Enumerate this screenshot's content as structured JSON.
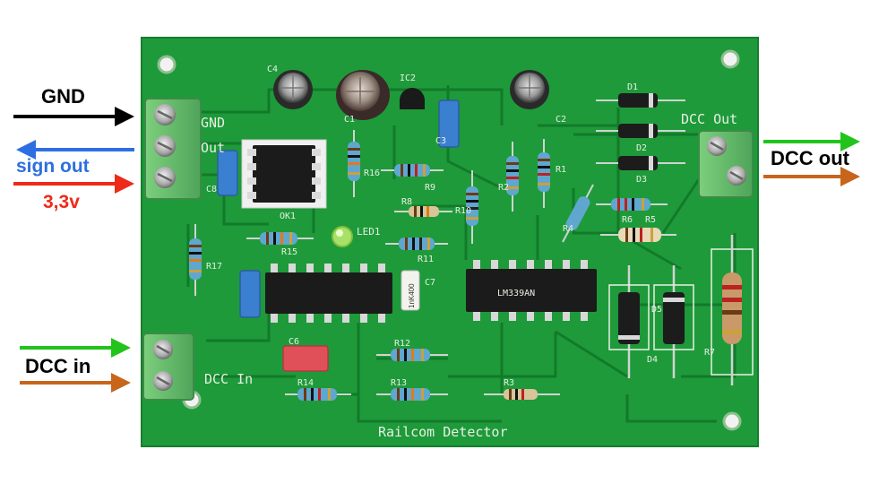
{
  "board": {
    "title": "Railcom Detector",
    "pcb_color": "#1e9a3a",
    "trace_color": "#137a2a",
    "silk_color": "#e8efe4"
  },
  "annotations": {
    "gnd": {
      "text": "GND",
      "arrow_color": "#000000",
      "direction": "right"
    },
    "sign_out": {
      "text": "sign out",
      "arrow_color": "#2d6fe0",
      "text_color": "#2d6fe0",
      "direction": "left"
    },
    "v33": {
      "text": "3,3v",
      "arrow_color": "#ee2a1a",
      "text_color": "#ee2a1a",
      "direction": "right"
    },
    "dcc_out": {
      "text": "DCC out",
      "arrow_colors": [
        "#22c41c",
        "#c8651c"
      ]
    },
    "dcc_in": {
      "text": "DCC in",
      "arrow_colors": [
        "#22c41c",
        "#c8651c"
      ]
    }
  },
  "silkscreen": {
    "gnd": "GND",
    "out": "Out",
    "dcc_out": "DCC Out",
    "dcc_in": "DCC In",
    "ok1": "OK1",
    "c1": "C1",
    "c2": "C2",
    "c3": "C3",
    "c4": "C4",
    "c6": "C6",
    "c7": "C7",
    "c8": "C8",
    "ic2": "IC2",
    "led1": "LED1",
    "d1": "D1",
    "d2": "D2",
    "d3": "D3",
    "d4": "D4",
    "d5": "D5",
    "r1": "R1",
    "r2": "R2",
    "r3": "R3",
    "r4": "R4",
    "r5": "R5",
    "r6": "R6",
    "r7": "R7",
    "r8": "R8",
    "r9": "R9",
    "r10": "R10",
    "r11": "R11",
    "r12": "R12",
    "r13": "R13",
    "r14": "R14",
    "r15": "R15",
    "r16": "R16",
    "r17": "R17",
    "ic_lm339": "LM339AN",
    "cap_c7": "1nK400"
  }
}
